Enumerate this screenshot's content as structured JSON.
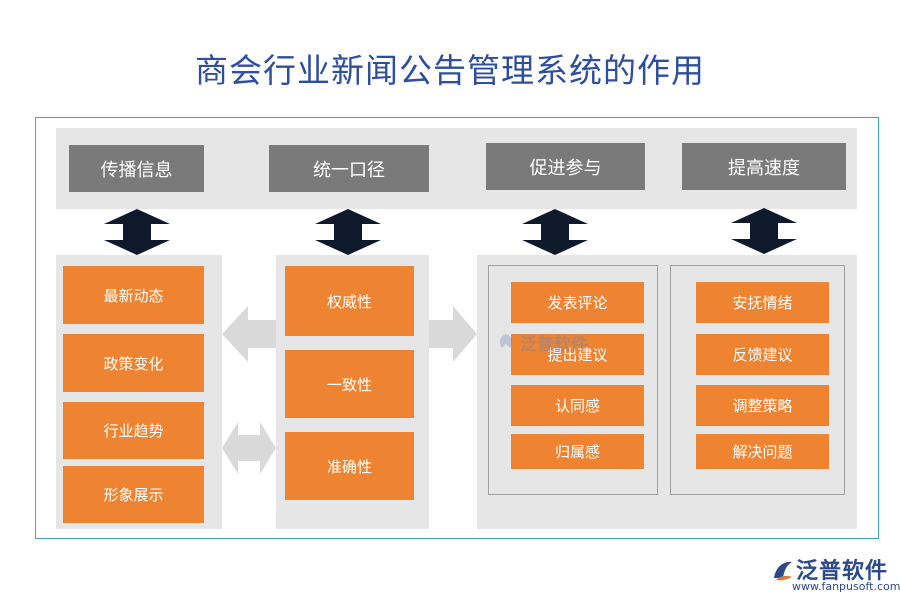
{
  "title": "商会行业新闻公告管理系统的作用",
  "headers": [
    "传播信息",
    "统一口径",
    "促进参与",
    "提高速度"
  ],
  "columns": {
    "col1": [
      "最新动态",
      "政策变化",
      "行业趋势",
      "形象展示"
    ],
    "col2": [
      "权威性",
      "一致性",
      "准确性"
    ],
    "col3": [
      "发表评论",
      "提出建议",
      "认同感",
      "归属感"
    ],
    "col4": [
      "安抚情绪",
      "反馈建议",
      "调整策略",
      "解决问题"
    ]
  },
  "watermark": "泛普软件",
  "logo": {
    "name": "泛普软件",
    "url": "www.fanpusoft.com"
  },
  "colors": {
    "title": "#2e4e9e",
    "header_box": "#7a7a7a",
    "item_box": "#ee8431",
    "panel": "#e6e6e6",
    "frame": "#3aa6d6",
    "arrow": "#0e1a2b"
  }
}
